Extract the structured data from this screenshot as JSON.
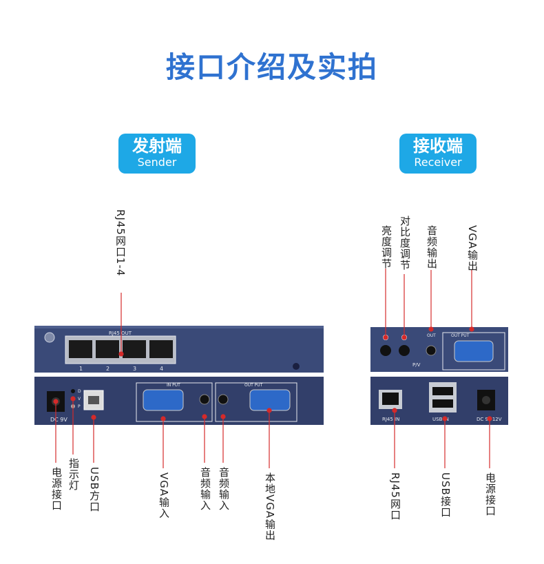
{
  "title": "接口介绍及实拍",
  "sender": {
    "cn": "发射端",
    "en": "Sender",
    "top_label": "RJ45网口1-4",
    "panel_text": {
      "rj45_out": "RJ45 OUT",
      "ports": [
        "1",
        "2",
        "3",
        "4"
      ],
      "dc": "DC 9V",
      "led": [
        "D",
        "V",
        "P"
      ],
      "input": "IN PUT",
      "output": "OUT PUT"
    },
    "bottom_labels": [
      "电源接口",
      "指示灯",
      "USB方口",
      "VGA输入",
      "音频输入",
      "音频输入",
      "本地VGA输出"
    ]
  },
  "receiver": {
    "cn": "接收端",
    "en": "Receiver",
    "top_labels": [
      "亮度调节",
      "对比度调节",
      "音频输出",
      "VGA输出"
    ],
    "panel_text": {
      "out": "OUT",
      "output": "OUT PUT",
      "pv": "P/V",
      "rj45_in": "RJ45 IN",
      "usb_in": "USB IN",
      "dc": "DC 9~12V"
    },
    "bottom_labels": [
      "RJ45网口",
      "USB接口",
      "电源接口"
    ]
  }
}
